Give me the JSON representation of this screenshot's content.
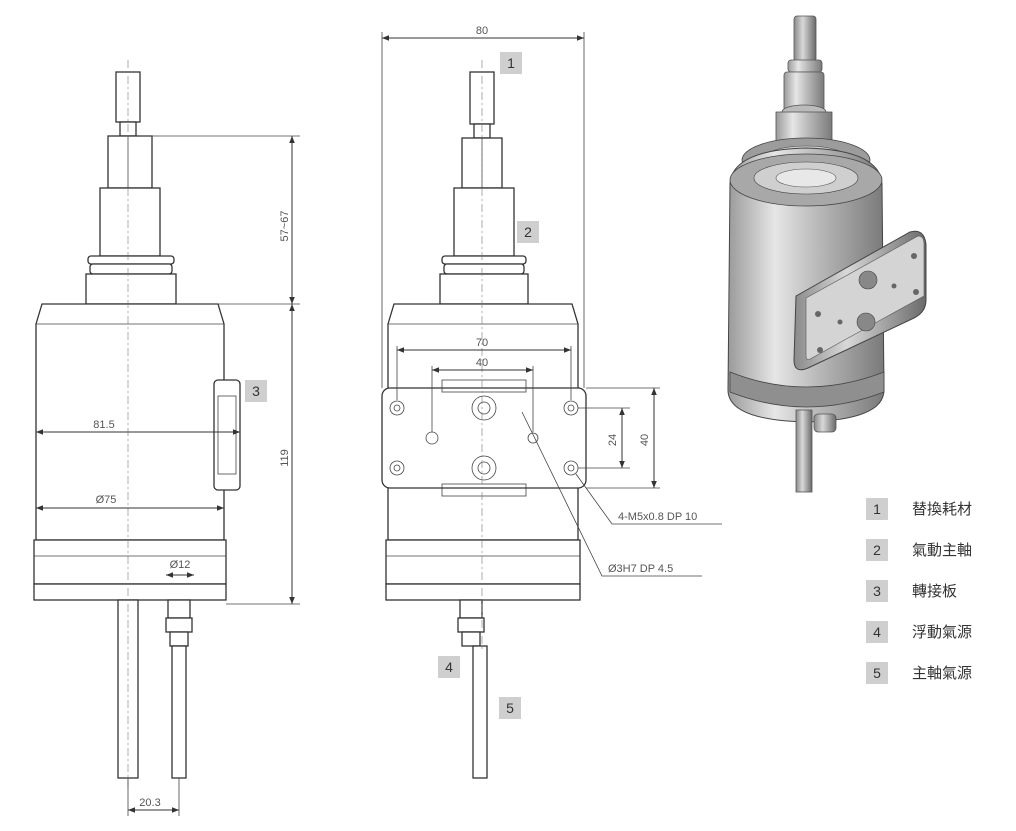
{
  "dimensions": {
    "d_80": "80",
    "d_57_67": "57~67",
    "d_119": "119",
    "d_81_5": "81.5",
    "d_75": "Ø75",
    "d_12": "Ø12",
    "d_20_3": "20.3",
    "d_70": "70",
    "d_40_top": "40",
    "d_24": "24",
    "d_40_side": "40"
  },
  "notes": {
    "tapped_holes": "4-M5x0.8 DP 10",
    "pin_hole": "Ø3H7 DP 4.5"
  },
  "callouts": [
    "1",
    "2",
    "3",
    "4",
    "5"
  ],
  "legend": [
    {
      "num": "1",
      "label": "替換耗材"
    },
    {
      "num": "2",
      "label": "氣動主軸"
    },
    {
      "num": "3",
      "label": "轉接板"
    },
    {
      "num": "4",
      "label": "浮動氣源"
    },
    {
      "num": "5",
      "label": "主軸氣源"
    }
  ]
}
